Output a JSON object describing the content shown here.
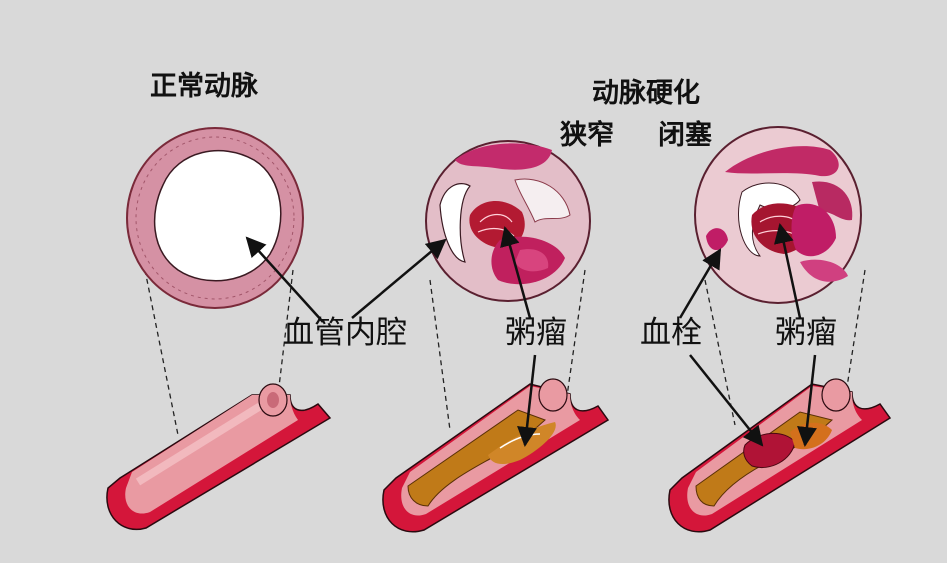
{
  "titles": {
    "normal": "正常动脉",
    "sclerosis": "动脉硬化",
    "narrow": "狭窄",
    "occlusion": "闭塞"
  },
  "labels": {
    "lumen": "血管内腔",
    "plaque": "粥瘤",
    "thrombus": "血栓",
    "plaque_2": "粥瘤"
  },
  "colors": {
    "background": "#d9d9d9",
    "artery_wall": "#d4163a",
    "inner_wall": "#e99aa2",
    "plaque": "#c07a18",
    "thrombus": "#b01336"
  }
}
